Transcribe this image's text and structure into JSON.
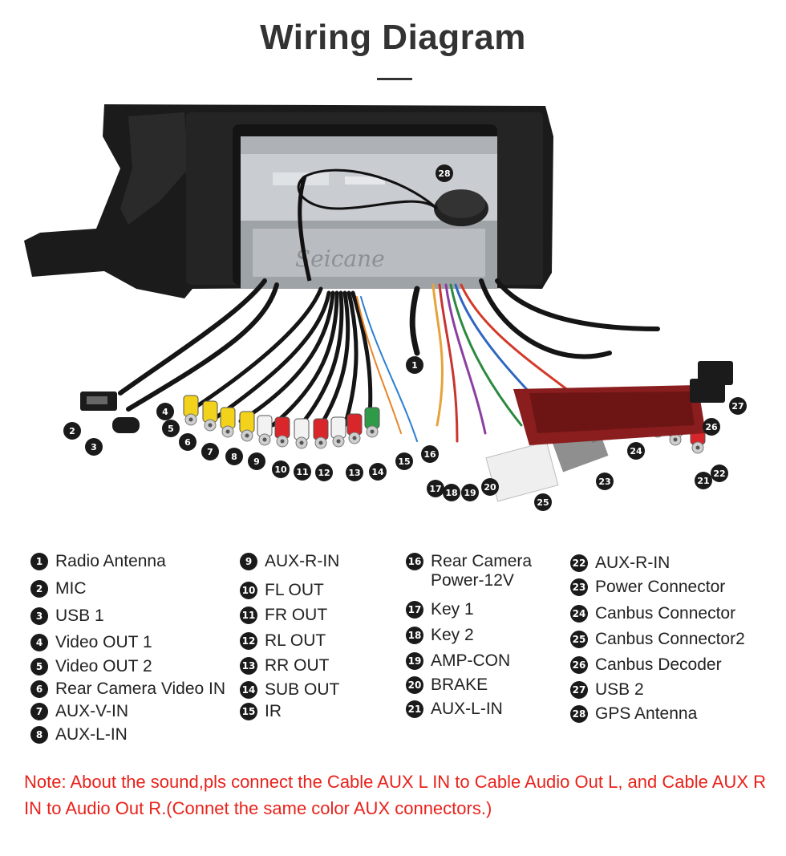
{
  "title": "Wiring Diagram",
  "watermark": "Seicane",
  "callouts": [
    "1",
    "2",
    "3",
    "4",
    "5",
    "6",
    "7",
    "8",
    "9",
    "10",
    "11",
    "12",
    "13",
    "14",
    "15",
    "16",
    "17",
    "18",
    "19",
    "20",
    "21",
    "22",
    "23",
    "24",
    "25",
    "26",
    "27",
    "28"
  ],
  "legend": {
    "col1": [
      {
        "num": "1",
        "label": "Radio Antenna"
      },
      {
        "num": "2",
        "label": "MIC"
      },
      {
        "num": "3",
        "label": "USB 1"
      },
      {
        "num": "4",
        "label": "Video OUT 1"
      },
      {
        "num": "5",
        "label": "Video OUT 2"
      },
      {
        "num": "6",
        "label": "Rear Camera Video IN"
      },
      {
        "num": "7",
        "label": "AUX-V-IN"
      },
      {
        "num": "8",
        "label": "AUX-L-IN"
      }
    ],
    "col2": [
      {
        "num": "9",
        "label": "AUX-R-IN"
      },
      {
        "num": "10",
        "label": "FL OUT"
      },
      {
        "num": "11",
        "label": "FR OUT"
      },
      {
        "num": "12",
        "label": "RL OUT"
      },
      {
        "num": "13",
        "label": "RR OUT"
      },
      {
        "num": "14",
        "label": "SUB OUT"
      },
      {
        "num": "15",
        "label": "IR"
      }
    ],
    "col3": [
      {
        "num": "16",
        "label": "Rear Camera",
        "label2": "Power-12V"
      },
      {
        "num": "17",
        "label": "Key 1"
      },
      {
        "num": "18",
        "label": "Key 2"
      },
      {
        "num": "19",
        "label": "AMP-CON"
      },
      {
        "num": "20",
        "label": "BRAKE"
      },
      {
        "num": "21",
        "label": "AUX-L-IN"
      }
    ],
    "col4": [
      {
        "num": "22",
        "label": "AUX-R-IN"
      },
      {
        "num": "23",
        "label": "Power Connector"
      },
      {
        "num": "24",
        "label": "Canbus Connector"
      },
      {
        "num": "25",
        "label": "Canbus Connector2"
      },
      {
        "num": "26",
        "label": "Canbus Decoder"
      },
      {
        "num": "27",
        "label": "USB 2"
      },
      {
        "num": "28",
        "label": "GPS Antenna"
      }
    ]
  },
  "note": "Note: About the sound,pls connect the Cable AUX L IN to Cable Audio Out L, and Cable AUX R IN to  Audio Out R.(Connet the same color AUX connectors.)",
  "colors": {
    "note_red": "#e8221b",
    "badge": "#1a1a1a",
    "rca_yellow": "#f2d21a",
    "rca_red": "#d8262a",
    "rca_white": "#f2f2f2",
    "rca_green": "#2f9a48",
    "frame": "#1b1b1b",
    "decoder_red": "#8a1d1d"
  }
}
